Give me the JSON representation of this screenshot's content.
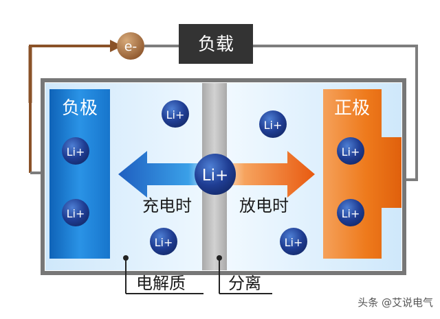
{
  "load_label": "负载",
  "electron_label": "e-",
  "anode_label": "负极",
  "cathode_label": "正极",
  "ion_label": "Li+",
  "charging_label": "充电时",
  "discharging_label": "放电时",
  "electrolyte_label": "电解质",
  "separator_label": "分离",
  "watermark": "头条 @艾说电气",
  "colors": {
    "anode": "#1c7fd6",
    "cathode": "#ee7a1c",
    "wire": "#7d7d7d",
    "electron_wire": "#8a5228",
    "load_box": "#333333",
    "electrolyte": "#d8eefc",
    "separator": "#bcbcbc",
    "ion": "#1f3d93"
  }
}
